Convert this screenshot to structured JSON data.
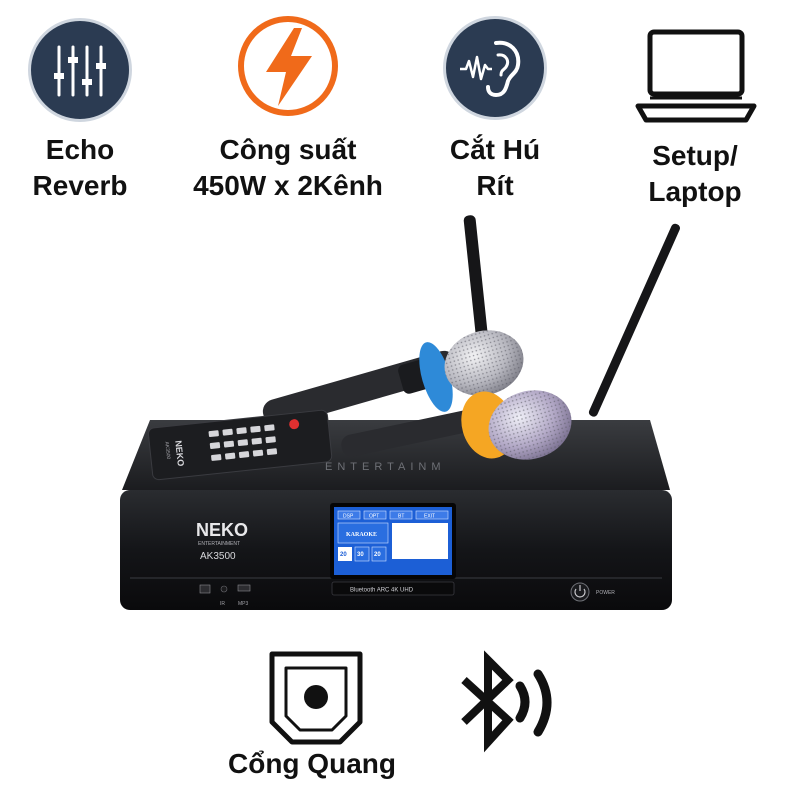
{
  "features": [
    {
      "icon": "equalizer-icon",
      "lines": [
        "Echo",
        "Reverb"
      ]
    },
    {
      "icon": "lightning-icon",
      "lines": [
        "Công suất",
        "450W x 2Kênh"
      ]
    },
    {
      "icon": "ear-icon",
      "lines": [
        "Cắt Hú",
        "Rít"
      ]
    },
    {
      "icon": "laptop-icon",
      "lines": [
        "Setup/",
        "Laptop"
      ]
    }
  ],
  "bottom_features": [
    {
      "icon": "optical-port-icon",
      "label": "Cổng Quang"
    },
    {
      "icon": "bluetooth-icon",
      "label": ""
    }
  ],
  "product": {
    "brand": "NEKO",
    "brand_sub": "ENTERTAINMENT",
    "model": "AK3500",
    "remote_brand": "NEKO",
    "remote_model": "AK3500",
    "top_logo_text": "ENTERTAINM",
    "screen_label": "KARAOKE",
    "screen_tabs": [
      "DSP",
      "OPT",
      "BT",
      "EXIT"
    ],
    "screen_vals": [
      "20",
      "30",
      "20"
    ],
    "badge_text": "Bluetooth ARC 4K UHD",
    "power_label": "POWER",
    "usb_label": "MP3",
    "ir_label": "IR"
  },
  "colors": {
    "icon_bg": "#2b3b52",
    "accent_orange": "#f06a1a",
    "chassis": "#111214",
    "screen_blue": "#1c5fd6",
    "mic_ring_blue": "#2e8ad8",
    "mic_ring_orange": "#f5a623"
  }
}
